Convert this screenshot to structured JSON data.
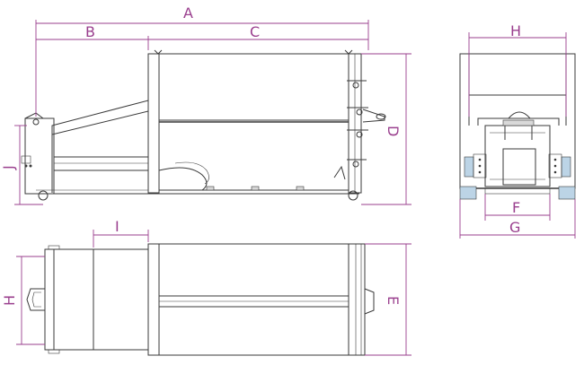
{
  "colors": {
    "dimension": "#9a3f8e",
    "outline": "#3a3a3a",
    "accent": "#bcd4e6"
  },
  "labels": {
    "A": "A",
    "B": "B",
    "C": "C",
    "D": "D",
    "J": "J",
    "H_front": "H",
    "F": "F",
    "G": "G",
    "I": "I",
    "H_top": "H",
    "E": "E"
  }
}
